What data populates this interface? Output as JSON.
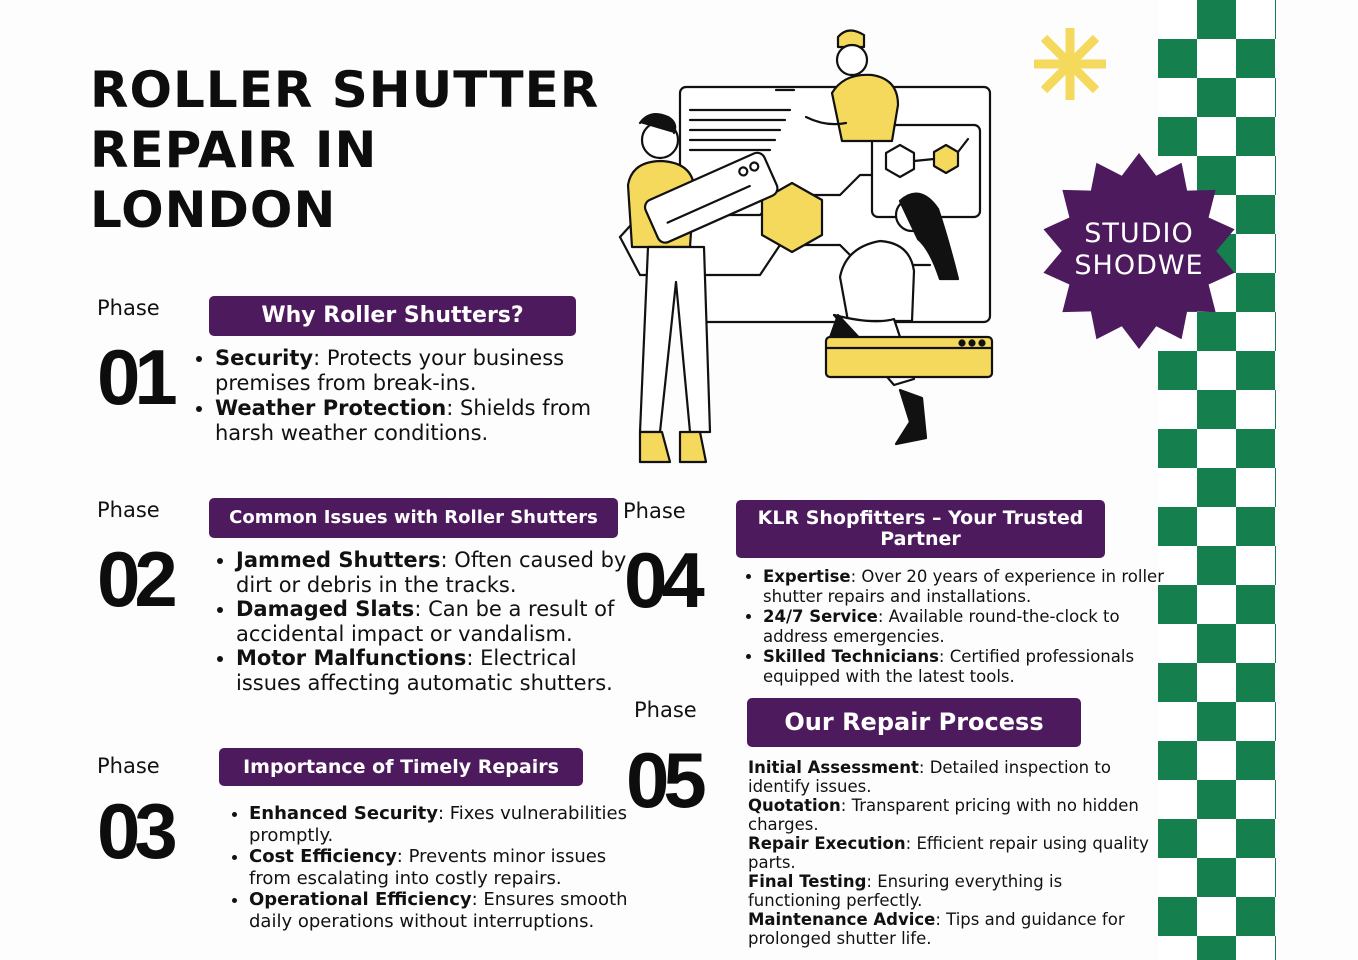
{
  "title_lines": [
    "ROLLER SHUTTER",
    "REPAIR IN",
    "LONDON"
  ],
  "badge": {
    "line1": "STUDIO",
    "line2": "SHODWE"
  },
  "colors": {
    "purple": "#4d1a5e",
    "green": "#15804d",
    "yellow": "#f5d95c",
    "text": "#111111"
  },
  "phases": [
    {
      "label": "Phase",
      "number": "01",
      "heading": "Why Roller Shutters?",
      "items": [
        {
          "term": "Security",
          "text": ": Protects your business premises from break-ins."
        },
        {
          "term": "Weather Protection",
          "text": ": Shields from harsh weather conditions."
        }
      ]
    },
    {
      "label": "Phase",
      "number": "02",
      "heading": "Common Issues with Roller Shutters",
      "items": [
        {
          "term": "Jammed Shutters",
          "text": ": Often caused by dirt or debris in the tracks."
        },
        {
          "term": "Damaged Slats",
          "text": ": Can be a result of accidental impact or vandalism."
        },
        {
          "term": "Motor Malfunctions",
          "text": ": Electrical issues affecting automatic shutters."
        }
      ]
    },
    {
      "label": "Phase",
      "number": "03",
      "heading": "Importance of Timely Repairs",
      "items": [
        {
          "term": "Enhanced Security",
          "text": ": Fixes vulnerabilities promptly."
        },
        {
          "term": "Cost Efficiency",
          "text": ": Prevents minor issues from escalating into costly repairs."
        },
        {
          "term": "Operational Efficiency",
          "text": ": Ensures smooth daily operations without interruptions."
        }
      ]
    },
    {
      "label": "Phase",
      "number": "04",
      "heading": "KLR Shopfitters – Your Trusted Partner",
      "items": [
        {
          "term": "Expertise",
          "text": ": Over 20 years of experience in roller shutter repairs and installations."
        },
        {
          "term": "24/7 Service",
          "text": ": Available round-the-clock to address emergencies."
        },
        {
          "term": "Skilled Technicians",
          "text": ": Certified professionals equipped with the latest tools."
        }
      ]
    },
    {
      "label": "Phase",
      "number": "05",
      "heading": "Our Repair Process",
      "items": [
        {
          "term": "Initial Assessment",
          "text": ": Detailed inspection to identify issues."
        },
        {
          "term": "Quotation",
          "text": ": Transparent pricing with no hidden charges."
        },
        {
          "term": "Repair Execution",
          "text": ": Efficient repair using quality parts."
        },
        {
          "term": "Final Testing",
          "text": ": Ensuring everything is functioning perfectly."
        },
        {
          "term": "Maintenance Advice",
          "text": ": Tips and guidance for prolonged shutter life."
        }
      ]
    }
  ]
}
